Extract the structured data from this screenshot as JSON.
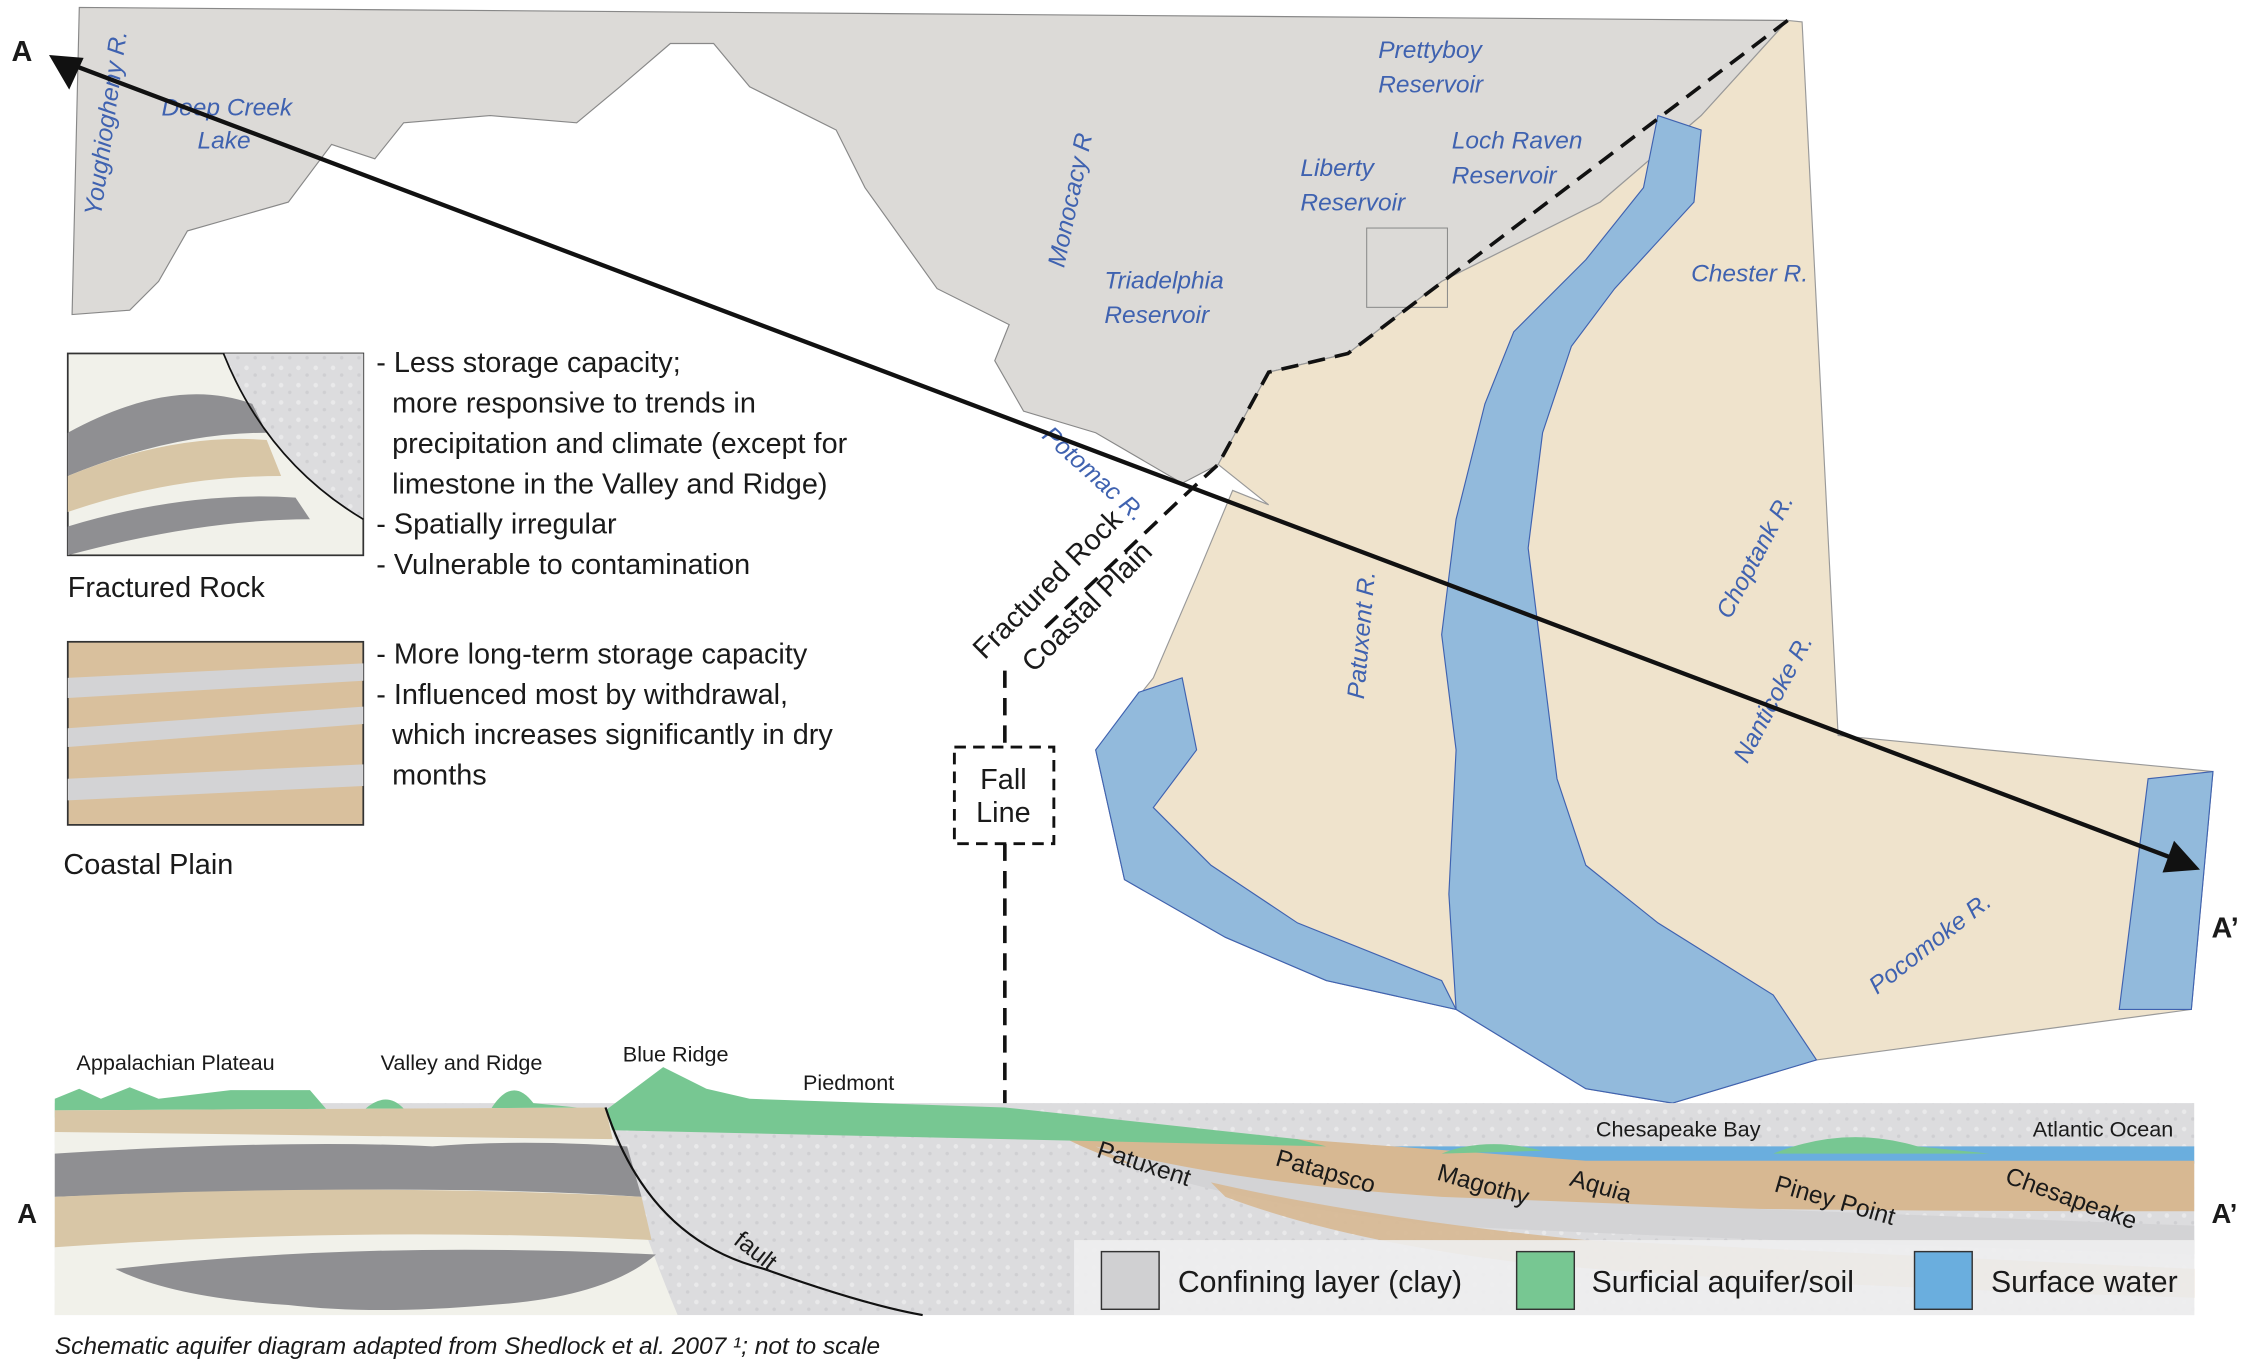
{
  "map": {
    "endpoints": {
      "a": "A",
      "a_prime": "A’"
    },
    "water_labels": [
      "Youghiogheny R.",
      "Deep Creek",
      "Lake",
      "Monocacy R",
      "Prettyboy",
      "Reservoir",
      "Loch Raven",
      "Reservoir",
      "Liberty",
      "Reservoir",
      "Triadelphia",
      "Reservoir",
      "Chester R.",
      "Potomac R.",
      "Patuxent R.",
      "Choptank R.",
      "Nanticoke R.",
      "Pocomoke R."
    ],
    "fall_line": {
      "upper": "Fractured Rock",
      "lower": "Coastal Plain",
      "box_line1": "Fall",
      "box_line2": "Line"
    }
  },
  "legend_left": {
    "fractured_rock": {
      "title": "Fractured Rock",
      "lines": [
        "- Less storage capacity;",
        "more responsive to trends in",
        "precipitation and climate (except for",
        "limestone in the Valley and Ridge)",
        "- Spatially irregular",
        "- Vulnerable to contamination"
      ]
    },
    "coastal_plain": {
      "title": "Coastal Plain",
      "lines": [
        "- More long-term storage capacity",
        "- Influenced most by withdrawal,",
        "which increases significantly in dry",
        "months"
      ]
    }
  },
  "cross_section": {
    "end_left": "A",
    "end_right": "A’",
    "provinces": [
      "Appalachian Plateau",
      "Valley and Ridge",
      "Blue Ridge",
      "Piedmont"
    ],
    "water_bodies": [
      "Chesapeake Bay",
      "Atlantic Ocean"
    ],
    "aquifers": [
      "Patuxent",
      "Patapsco",
      "Magothy",
      "Aquia",
      "Piney Point",
      "Chesapeake"
    ],
    "fault_label": "fault",
    "legend": [
      {
        "label": "Confining layer (clay)",
        "color": "#d0d0d2"
      },
      {
        "label": "Surficial aquifer/soil",
        "color": "#77c792"
      },
      {
        "label": "Surface water",
        "color": "#6aaede"
      }
    ]
  },
  "caption": "Schematic aquifer diagram adapted from Shedlock et al. 2007 ¹; not to scale",
  "colors": {
    "piedmont_gray": "#dcdad7",
    "coastal_beige": "#efe3cc",
    "water": "#92badc",
    "river": "#3f62b0"
  }
}
